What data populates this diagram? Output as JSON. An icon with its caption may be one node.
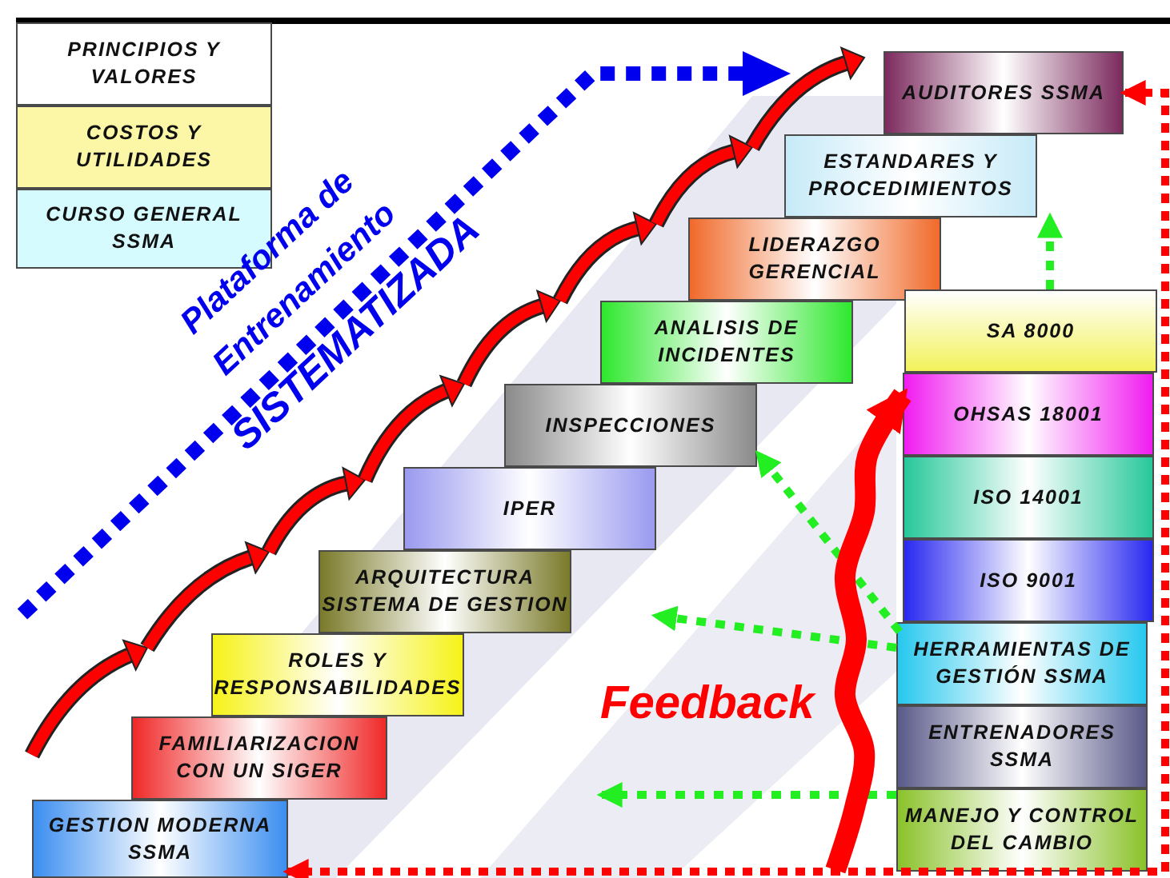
{
  "diagram": {
    "nodes": [
      {
        "text": [
          "PRINCIPIOS Y VALORES"
        ]
      },
      {
        "text": [
          "COSTOS Y UTILIDADES"
        ]
      },
      {
        "text": [
          "CURSO GENERAL SSMA"
        ]
      },
      {
        "text": [
          "GESTION MODERNA SSMA"
        ]
      },
      {
        "text": [
          "FAMILIARIZACION CON UN SIGER"
        ]
      },
      {
        "text": [
          "ROLES Y RESPONSABILIDADES"
        ]
      },
      {
        "text": [
          "ARQUITECTURA SISTEMA DE GESTION"
        ]
      },
      {
        "text": [
          "IPER"
        ]
      },
      {
        "text": [
          "INSPECCIONES"
        ]
      },
      {
        "text": [
          "ANALISIS DE INCIDENTES"
        ]
      },
      {
        "text": [
          "LIDERAZGO GERENCIAL"
        ]
      },
      {
        "text": [
          "ESTANDARES Y PROCEDIMIENTOS"
        ]
      },
      {
        "text": [
          "AUDITORES SSMA"
        ]
      },
      {
        "text": [
          "SA 8000"
        ]
      },
      {
        "text": [
          "OHSAS 18001"
        ]
      },
      {
        "text": [
          "ISO 14001"
        ]
      },
      {
        "text": [
          "ISO 9001"
        ]
      },
      {
        "text": [
          "HERRAMIENTAS DE GESTIÓN SSMA"
        ]
      },
      {
        "text": [
          "ENTRENADORES SSMA"
        ]
      },
      {
        "text": [
          "MANEJO Y CONTROL DEL CAMBIO"
        ]
      }
    ],
    "edges": [
      {
        "from": 13,
        "to": 11,
        "arrow": "to",
        "style": "dashed"
      },
      {
        "from": 17,
        "to": 8,
        "arrow": "to",
        "style": "dashed"
      },
      {
        "from": 17,
        "to": null,
        "arrow": "to",
        "style": "dashed"
      },
      {
        "from": 19,
        "to": null,
        "arrow": "to",
        "style": "dashed"
      },
      {
        "from": 12,
        "to": 3,
        "arrow": "both",
        "style": "dashed",
        "color": "#ff0000"
      },
      {
        "from": null,
        "to": 14,
        "arrow": "to",
        "style": "thick",
        "color": "#ff0000"
      }
    ],
    "labels": [
      "Plataforma de",
      "Entrenamiento",
      "SISTEMATIZADA",
      "Feedback"
    ]
  }
}
